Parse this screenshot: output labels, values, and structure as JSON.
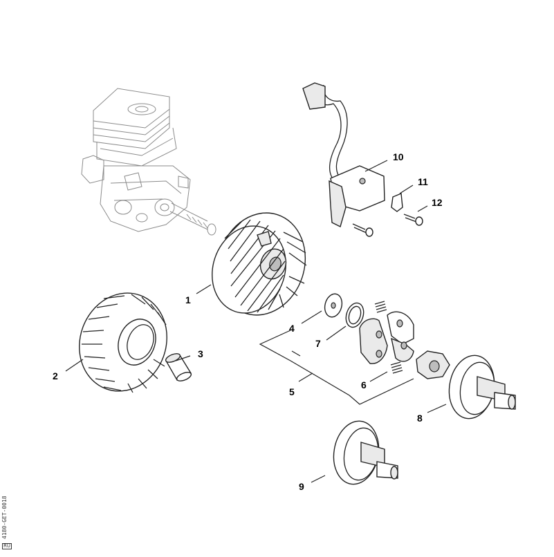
{
  "diagram": {
    "labels": [
      {
        "id": "1",
        "text": "1"
      },
      {
        "id": "2",
        "text": "2"
      },
      {
        "id": "3",
        "text": "3"
      },
      {
        "id": "4",
        "text": "4"
      },
      {
        "id": "5",
        "text": "5"
      },
      {
        "id": "6",
        "text": "6"
      },
      {
        "id": "7",
        "text": "7"
      },
      {
        "id": "8",
        "text": "8"
      },
      {
        "id": "9",
        "text": "9"
      },
      {
        "id": "10",
        "text": "10"
      },
      {
        "id": "11",
        "text": "11"
      },
      {
        "id": "12",
        "text": "12"
      }
    ],
    "drawing_code": "4180-GET-0018",
    "corner_tag": "RU"
  }
}
